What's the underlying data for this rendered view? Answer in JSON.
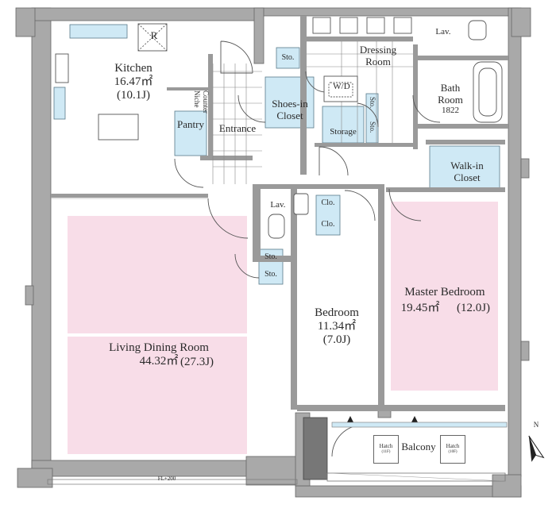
{
  "rooms": {
    "kitchen": {
      "name": "Kitchen",
      "area": "16.47㎡",
      "jo": "(10.1J)"
    },
    "ldk": {
      "name": "Living Dining Room",
      "area": "44.32㎡",
      "jo": "(27.3J)"
    },
    "bedroom": {
      "name": "Bedroom",
      "area": "11.34㎡",
      "jo": "(7.0J)"
    },
    "master": {
      "name": "Master Bedroom",
      "area": "19.45㎡",
      "jo": "(12.0J)"
    },
    "entrance": "Entrance",
    "pantry": "Pantry",
    "niche_1": "Niche",
    "niche_2": "Counter",
    "shoes_1": "Shoes-in",
    "shoes_2": "Closet",
    "storage": "Storage",
    "dressing_1": "Dressing",
    "dressing_2": "Room",
    "bath_1": "Bath",
    "bath_2": "Room",
    "bath_3": "1822",
    "wic_1": "Walk-in",
    "wic_2": "Closet",
    "lav_top": "Lav.",
    "lav_mid": "Lav.",
    "wd": "W/D",
    "sto_top": "Sto.",
    "sto_a": "Sto.",
    "sto_b": "Sto.",
    "sto_v1": "Sto.",
    "sto_v2": "Sto.",
    "clo_1": "Clo.",
    "clo_2": "Clo.",
    "balcony": "Balcony",
    "refrigerator": "R"
  },
  "hatches": [
    {
      "label": "Hatch",
      "sub": "(11F)"
    },
    {
      "label": "Hatch",
      "sub": "(10F)"
    }
  ],
  "floor_level": "FL+200",
  "compass": "N",
  "colors": {
    "wall": "#a9a9a9",
    "storage": "#cfe9f5",
    "room_highlight": "#f8dde8",
    "line": "#444444"
  }
}
